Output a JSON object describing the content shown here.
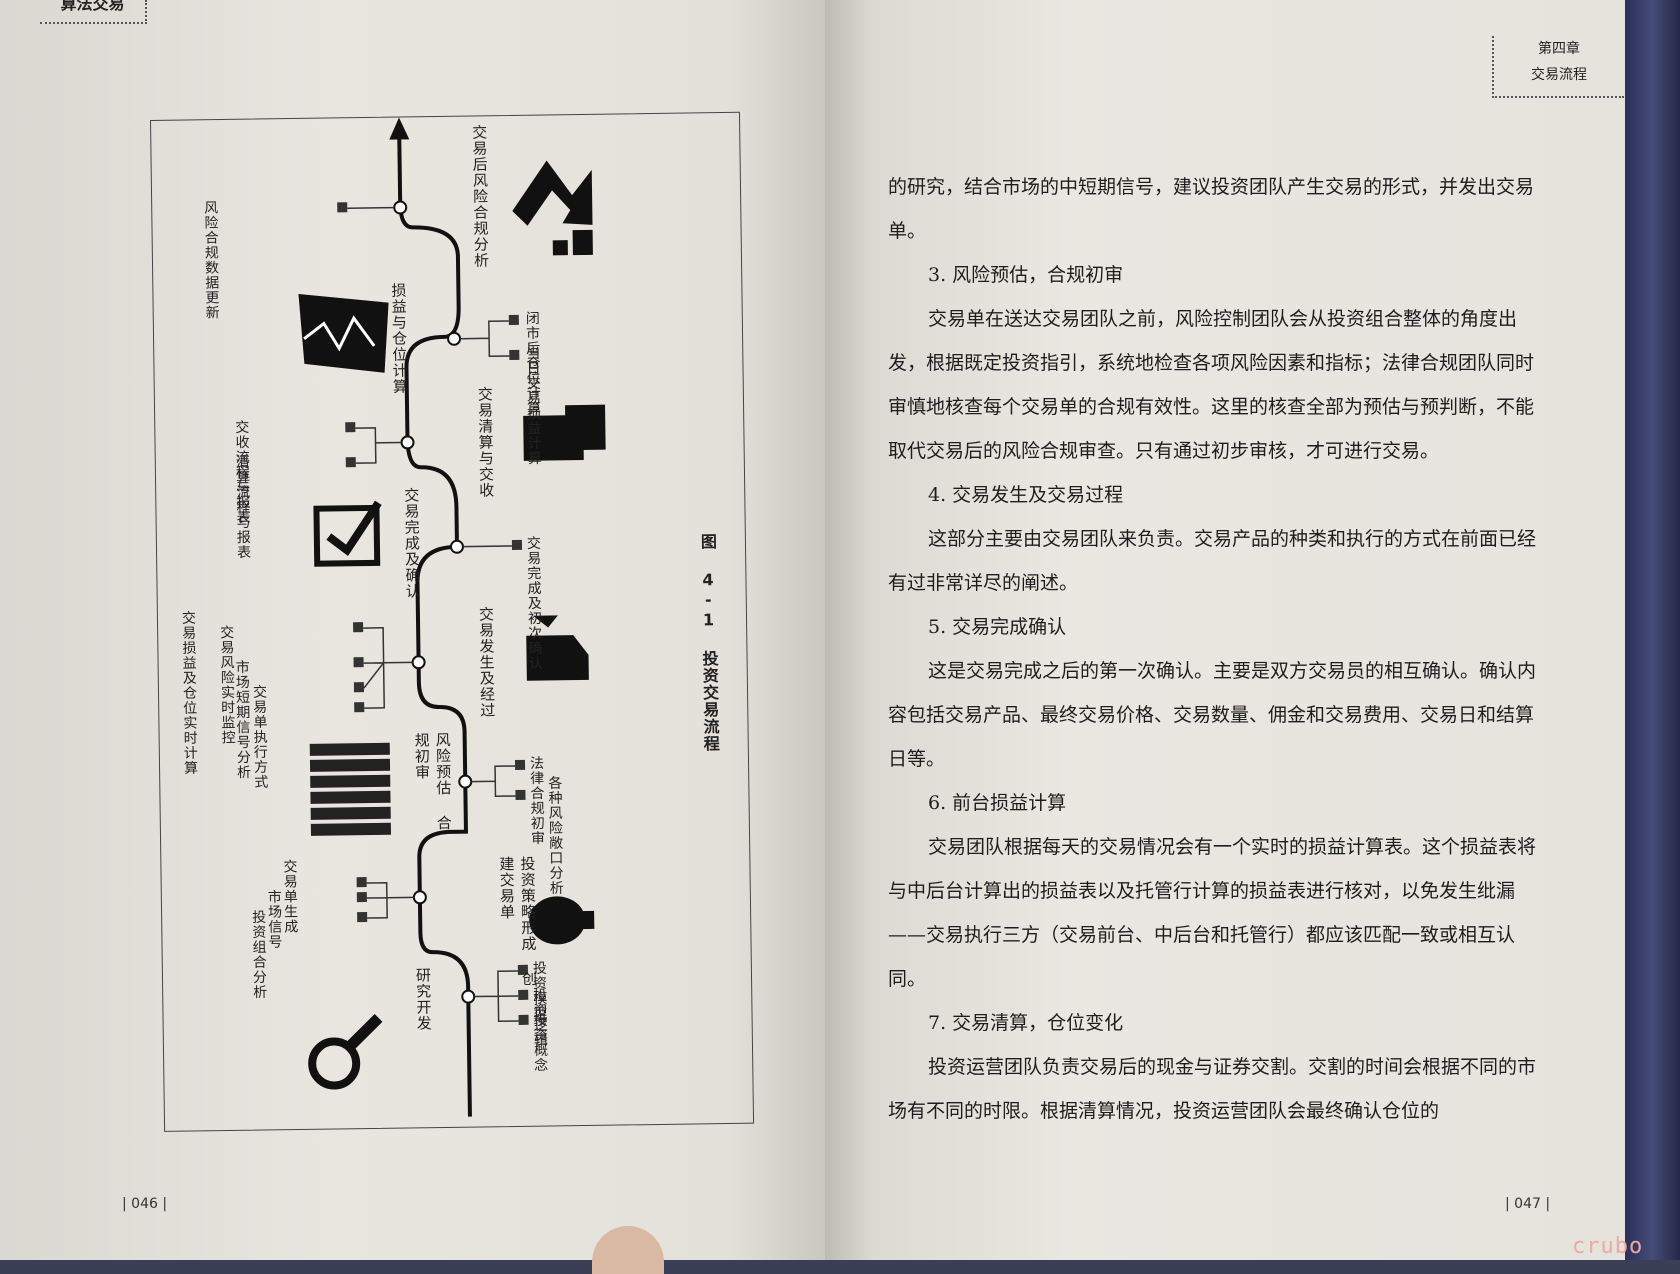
{
  "header_left": {
    "title": "算法交易"
  },
  "header_right": {
    "chapter": "第四章",
    "section": "交易流程"
  },
  "page_numbers": {
    "left": "| 046 |",
    "right": "| 047 |"
  },
  "watermark": "crubo",
  "figure": {
    "caption": "图 4-1   投资交易流程",
    "stages": [
      {
        "name": "研究开发",
        "items": [
          "投资模型",
          "投资逻辑",
          "投资概念"
        ],
        "icon": "magnifier-icon"
      },
      {
        "name": "投资策略形成 创建交易单",
        "items": [
          "交易单生成",
          "市场信号",
          "投资组合分析"
        ],
        "icon": "lightbulb-icon"
      },
      {
        "name": "风险预估 合规初审",
        "items": [
          "法律合规初审",
          "各种风险敞口分析"
        ],
        "icon": "brick-wall-icon"
      },
      {
        "name": "交易发生及经过",
        "items": [
          "交易损益及仓位实时计算",
          "交易风险实时监控",
          "市场短期信号分析",
          "交易单执行方式"
        ],
        "icon": "factory-icon"
      },
      {
        "name": "交易完成及确认",
        "items": [
          "交易完成及初次确认"
        ],
        "icon": "checkbox-icon"
      },
      {
        "name": "交易清算与交收",
        "items": [
          "交收流程与报表",
          "清算流程与报表"
        ],
        "icon": "building-icon"
      },
      {
        "name": "损益与仓位计算",
        "items": [
          "闭市后仓位计算",
          "当日交易损益计算"
        ],
        "icon": "chart-icon"
      },
      {
        "name": "交易后风险合规分析",
        "items": [
          "风险合规数据更新"
        ],
        "icon": "growth-arrow-icon"
      }
    ]
  },
  "body": {
    "paragraphs": [
      {
        "type": "text",
        "text": "的研究，结合市场的中短期信号，建议投资团队产生交易的形式，并发出交易单。"
      },
      {
        "type": "heading",
        "text": "3. 风险预估，合规初审"
      },
      {
        "type": "indent",
        "text": "交易单在送达交易团队之前，风险控制团队会从投资组合整体的角度出发，根据既定投资指引，系统地检查各项风险因素和指标；法律合规团队同时审慎地核查每个交易单的合规有效性。这里的核查全部为预估与预判断，不能取代交易后的风险合规审查。只有通过初步审核，才可进行交易。"
      },
      {
        "type": "heading",
        "text": "4. 交易发生及交易过程"
      },
      {
        "type": "indent",
        "text": "这部分主要由交易团队来负责。交易产品的种类和执行的方式在前面已经有过非常详尽的阐述。"
      },
      {
        "type": "heading",
        "text": "5. 交易完成确认"
      },
      {
        "type": "indent",
        "text": "这是交易完成之后的第一次确认。主要是双方交易员的相互确认。确认内容包括交易产品、最终交易价格、交易数量、佣金和交易费用、交易日和结算日等。"
      },
      {
        "type": "heading",
        "text": "6. 前台损益计算"
      },
      {
        "type": "indent",
        "text": "交易团队根据每天的交易情况会有一个实时的损益计算表。这个损益表将与中后台计算出的损益表以及托管行计算的损益表进行核对，以免发生纰漏——交易执行三方（交易前台、中后台和托管行）都应该匹配一致或相互认同。"
      },
      {
        "type": "heading",
        "text": "7. 交易清算，仓位变化"
      },
      {
        "type": "indent",
        "text": "投资运营团队负责交易后的现金与证券交割。交割的时间会根据不同的市场有不同的时限。根据清算情况，投资运营团队会最终确认仓位的"
      }
    ]
  }
}
